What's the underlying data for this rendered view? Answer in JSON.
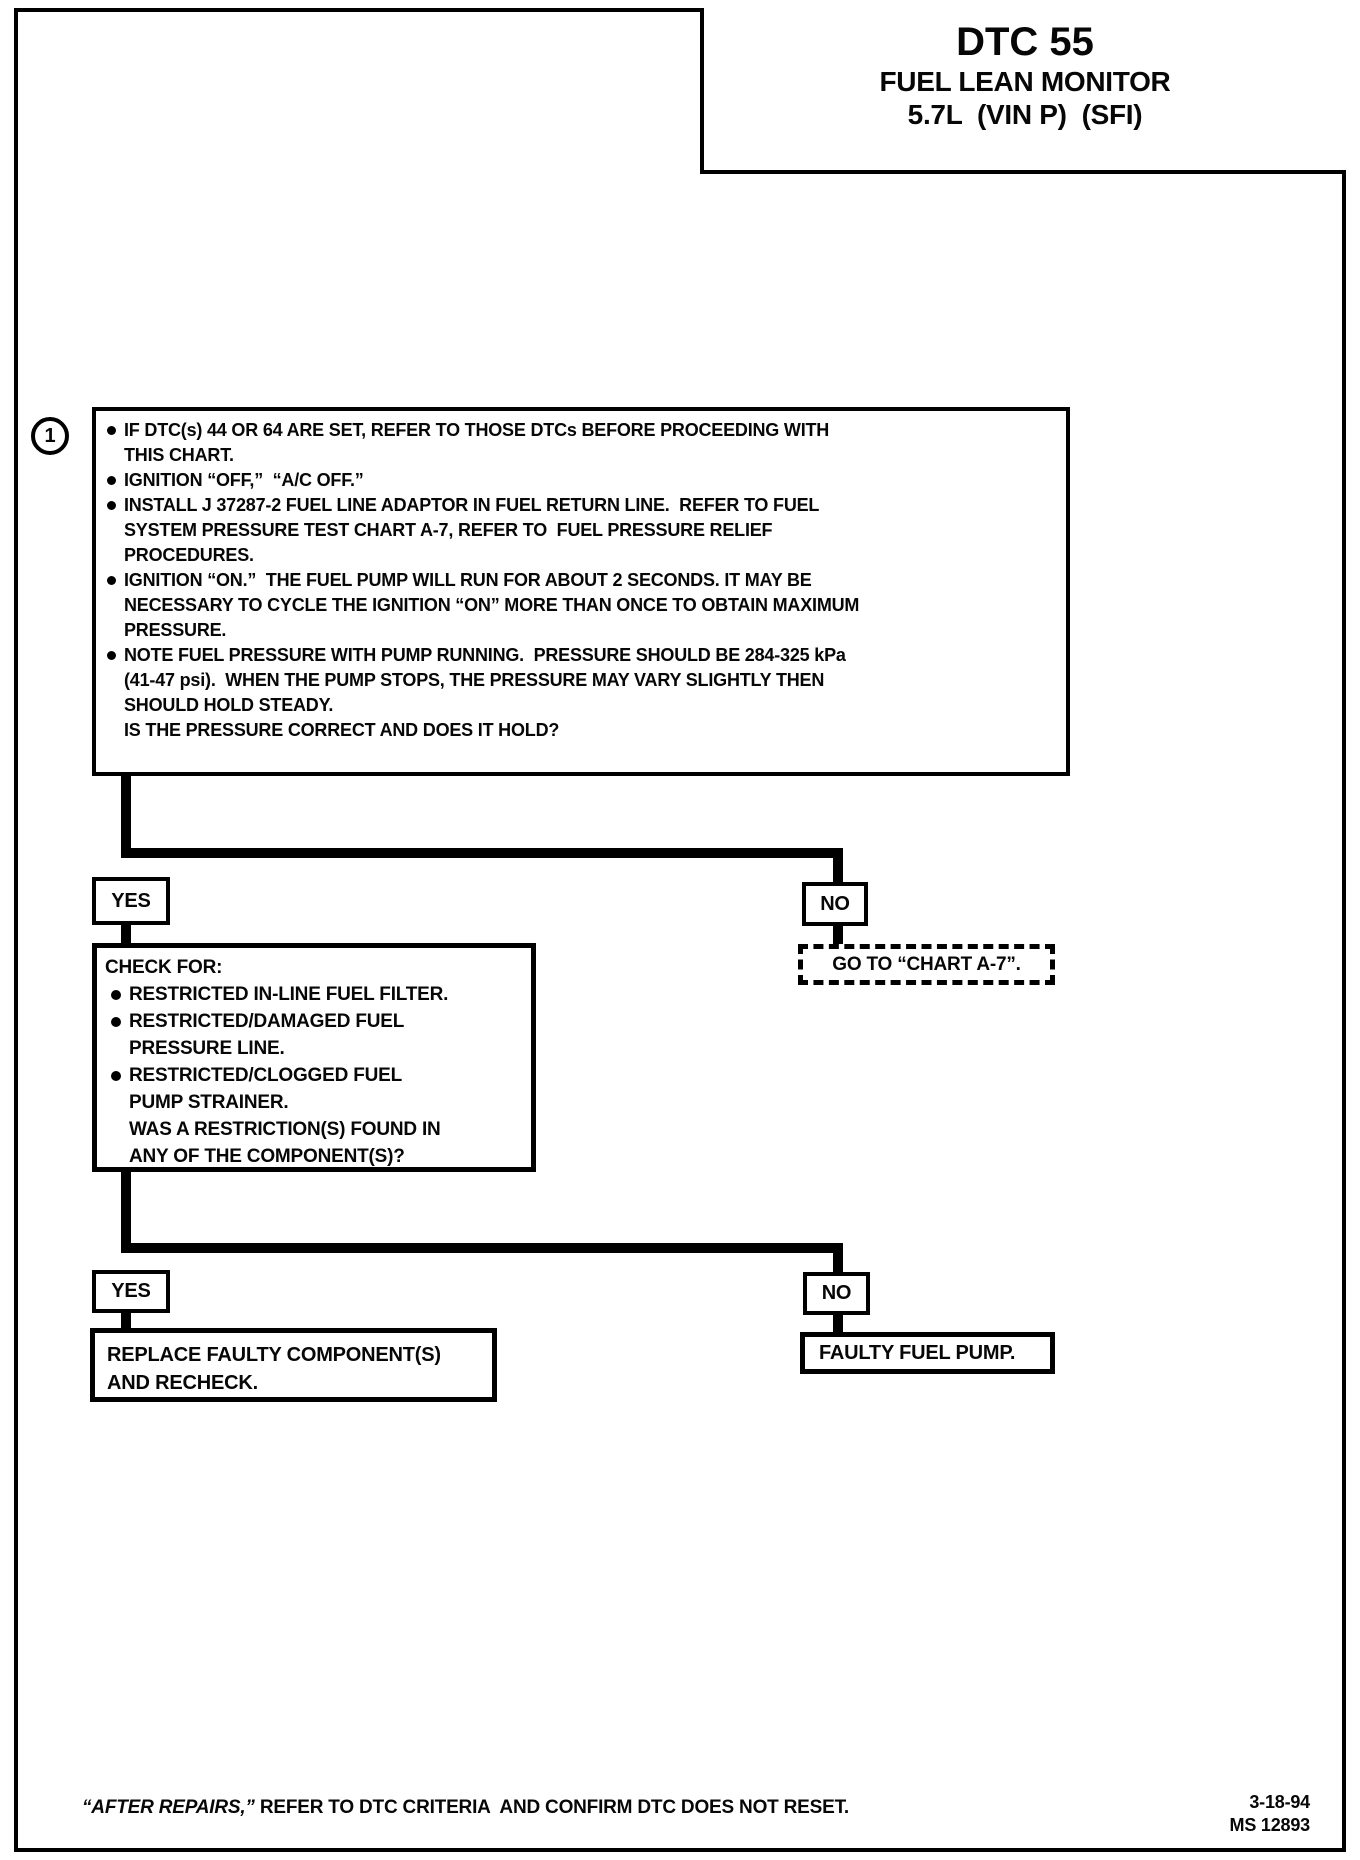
{
  "title_block": {
    "dtc": "DTC 55",
    "name": "FUEL LEAN MONITOR",
    "engine": "5.7L  (VIN P)  (SFI)"
  },
  "step": {
    "number": "1",
    "bullets": [
      "IF DTC(s) 44 OR 64 ARE SET, REFER TO THOSE DTCs BEFORE PROCEEDING WITH\nTHIS CHART.",
      "IGNITION “OFF,”  “A/C OFF.”",
      "INSTALL J 37287-2 FUEL LINE ADAPTOR IN FUEL RETURN LINE.  REFER TO FUEL\nSYSTEM PRESSURE TEST CHART A-7, REFER TO  FUEL PRESSURE RELIEF\nPROCEDURES.",
      "IGNITION “ON.”  THE FUEL PUMP WILL RUN FOR ABOUT 2 SECONDS. IT MAY BE\nNECESSARY TO CYCLE THE IGNITION “ON” MORE THAN ONCE TO OBTAIN MAXIMUM\nPRESSURE.",
      "NOTE FUEL PRESSURE WITH PUMP RUNNING.  PRESSURE SHOULD BE 284-325 kPa\n(41-47 psi).  WHEN THE PUMP STOPS, THE PRESSURE MAY VARY SLIGHTLY THEN\nSHOULD HOLD STEADY."
    ],
    "question": "IS THE PRESSURE CORRECT AND DOES IT HOLD?"
  },
  "branch1": {
    "yes": "YES",
    "no": "NO"
  },
  "check_box": {
    "title": "CHECK FOR:",
    "bullets": [
      "RESTRICTED IN-LINE FUEL FILTER.",
      "RESTRICTED/DAMAGED FUEL\nPRESSURE LINE.",
      "RESTRICTED/CLOGGED FUEL\nPUMP STRAINER."
    ],
    "question": "WAS A RESTRICTION(S) FOUND IN\nANY OF THE COMPONENT(S)?"
  },
  "goto_box": {
    "label": "GO TO “CHART A-7”."
  },
  "branch2": {
    "yes": "YES",
    "no": "NO"
  },
  "replace_box": {
    "label": "REPLACE FAULTY COMPONENT(S)\nAND RECHECK."
  },
  "faulty_box": {
    "label": "FAULTY FUEL PUMP."
  },
  "footer": {
    "note_italic": "“AFTER REPAIRS,”",
    "note_rest": " REFER TO DTC CRITERIA  AND CONFIRM DTC DOES NOT RESET.",
    "date": "3-18-94",
    "doc_code": "MS 12893"
  }
}
